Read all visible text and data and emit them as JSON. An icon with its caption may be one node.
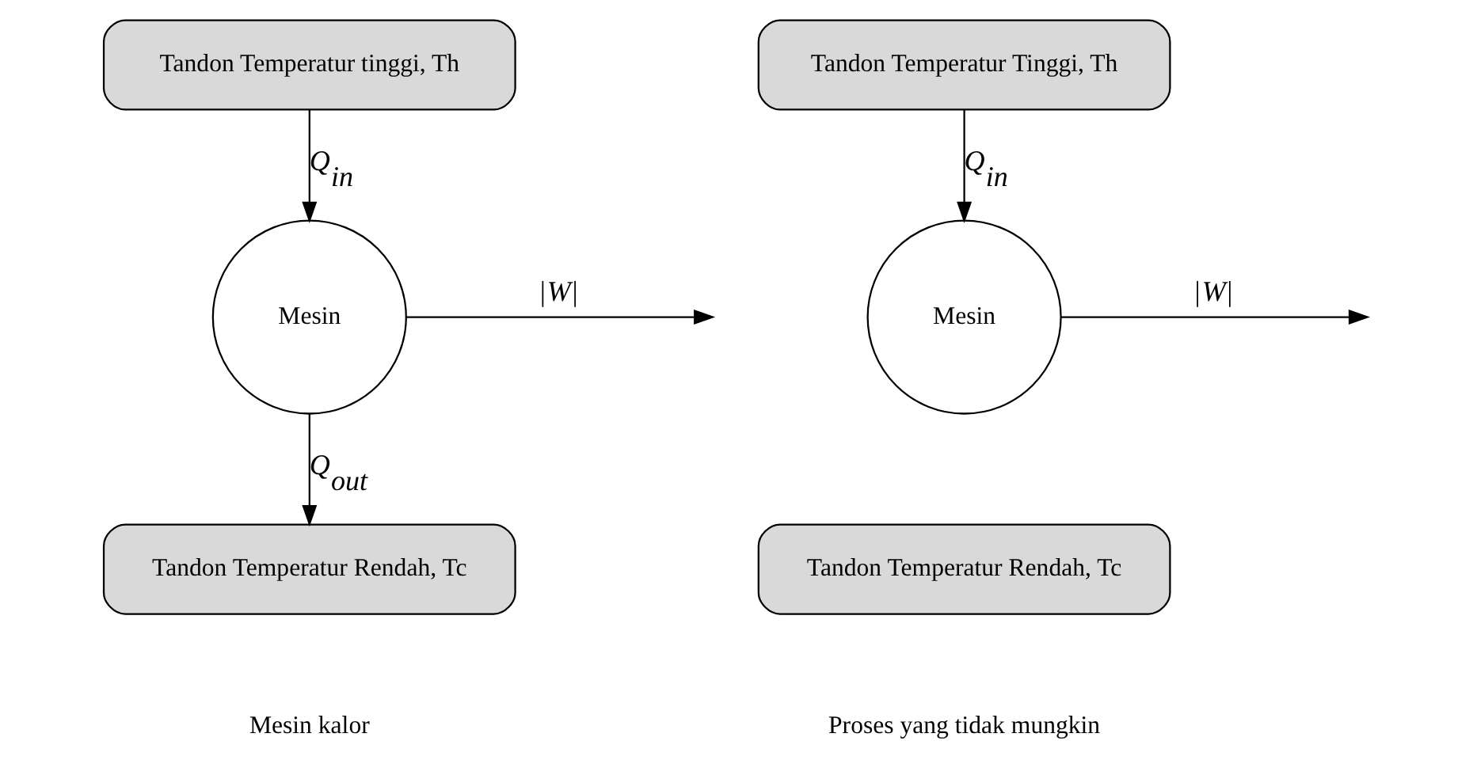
{
  "diagram": {
    "nodes": [
      {
        "text": [
          "Tandon Temperatur tinggi, Th"
        ]
      },
      {
        "text": [
          "Mesin"
        ]
      },
      {
        "text": [
          "Tandon Temperatur Rendah, Tc"
        ]
      },
      {
        "text": [
          "Tandon Temperatur Tinggi, Th"
        ]
      },
      {
        "text": [
          "Mesin"
        ]
      },
      {
        "text": [
          "Tandon Temperatur Rendah, Tc"
        ]
      }
    ],
    "edges": [
      {
        "from": 0,
        "to": 1,
        "arrow": "to",
        "label": "*Q*$_{in}$"
      },
      {
        "from": 1,
        "to": null,
        "arrow": "to",
        "label": "|*W*|"
      },
      {
        "from": 1,
        "to": 2,
        "arrow": "to",
        "label": "*Q*$_{out}$"
      },
      {
        "from": 3,
        "to": 4,
        "arrow": "to",
        "label": "*Q*$_{in}$"
      },
      {
        "from": 4,
        "to": null,
        "arrow": "to",
        "label": "|*W*|"
      }
    ],
    "labels": [
      "Mesin kalor",
      "Proses yang tidak mungkin"
    ]
  }
}
